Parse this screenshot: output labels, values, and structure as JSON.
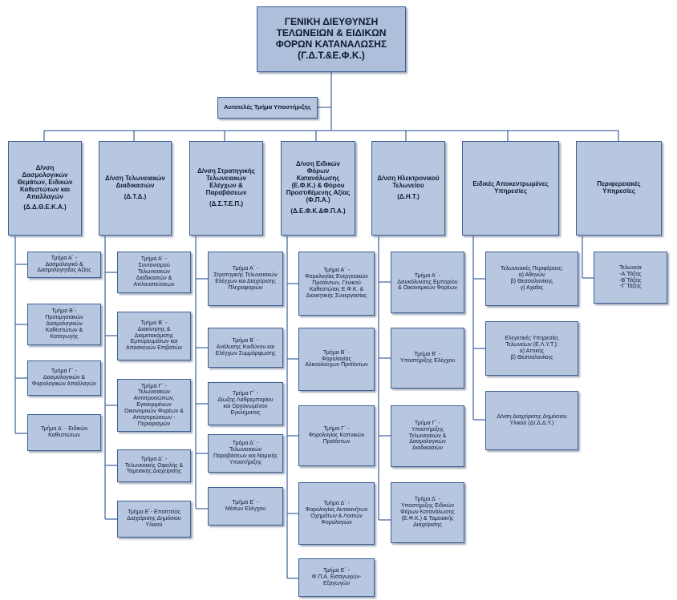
{
  "top": {
    "lines": [
      "ΓΕΝΙΚΗ ΔΙΕΥΘΥΝΣΗ",
      "ΤΕΛΩΝΕΙΩΝ & ΕΙΔΙΚΩΝ",
      "ΦΟΡΩΝ ΚΑΤΑΝΑΛΩΣΗΣ",
      "(Γ.Δ.Τ.&Ε.Φ.Κ.)"
    ]
  },
  "support": {
    "lines": [
      "Αυτοτελές Τμήμα Υποστήριξης"
    ]
  },
  "directorates": [
    {
      "lines": [
        "Δ/νση",
        "Δασμολογικών",
        "Θεμάτων, Ειδικών",
        "Καθεστώτων και",
        "Απαλλαγών",
        "",
        "(Δ.Δ.Θ.Ε.Κ.Α.)"
      ]
    },
    {
      "lines": [
        "Δ/νση Τελωνειακών",
        "Διαδικασιών",
        "",
        "(Δ.Τ.Δ.)"
      ]
    },
    {
      "lines": [
        "Δ/νση Στρατηγικής",
        "Τελωνειακών",
        "Ελέγχων &",
        "Παραβάσεων",
        "",
        "(Δ.Σ.Τ.Ε.Π.)"
      ]
    },
    {
      "lines": [
        "Δ/νση Ειδικών",
        "Φόρων",
        "Κατανάλωσης",
        "(Ε.Φ.Κ.) & Φόρου",
        "Προστιθέμενης Αξίας",
        "(Φ.Π.Α.)",
        "",
        "(Δ.Ε.Φ.Κ.&Φ.Π.Α.)"
      ]
    },
    {
      "lines": [
        "Δ/νση Ηλεκτρονικού",
        "Τελωνείου",
        "",
        "(Δ.Η.Τ.)"
      ]
    },
    {
      "lines": [
        "Ειδικές Αποκεντρωμένες",
        "Υπηρεσίες"
      ]
    },
    {
      "lines": [
        "Περιφερειακές",
        "Υπηρεσίες"
      ]
    }
  ],
  "col1": [
    {
      "lines": [
        "Τμήμα Α΄ -",
        "Δασμολογικό &",
        "Δασμολογητέας Αξίας"
      ]
    },
    {
      "lines": [
        "Τμήμα Β΄-",
        "Προτιμησιακών",
        "Δασμολογικών",
        "Καθεστώτων &",
        "Καταγωγής"
      ]
    },
    {
      "lines": [
        "Τμήμα Γ΄ -",
        "Δασμολογικών &",
        "Φορολογικών Απαλλαγών"
      ]
    },
    {
      "lines": [
        "Τμήμα Δ΄ - Ειδικών",
        "Καθεστώτων"
      ]
    }
  ],
  "col2": [
    {
      "lines": [
        "Τμήμα Α΄ -",
        "Συντονισμού",
        "Τελωνειακών",
        "Διαδικασιών &",
        "Απλουστεύσεων"
      ]
    },
    {
      "lines": [
        "Τμήμα Β΄ -",
        "Διακίνησης &",
        "Διαμετακόμισης",
        "Εμπορευμάτων και",
        "Αποσκευών Επιβατών"
      ]
    },
    {
      "lines": [
        "Τμήμα Γ΄ -",
        "Τελωνειακών",
        "Αντιπροσώπων,",
        "Εγκεκριμένων",
        "Οικονομικών Φορέων &",
        "Απαγορεύσεων -",
        "Περιορισμών"
      ]
    },
    {
      "lines": [
        "Τμήμα Δ΄ -",
        "Τελωνειακής Οφειλής &",
        "Ταμειακής Διαχείρισης"
      ]
    },
    {
      "lines": [
        "Τμήμα Ε΄- Εποπτείας",
        "Διαχείρισης Δημόσιου",
        "Υλικού"
      ]
    }
  ],
  "col3": [
    {
      "lines": [
        "Τμήμα Α΄ -",
        "Στρατηγικής Τελωνειακών",
        "Ελέγχων και Διαχείρισης",
        "Πληροφοριών"
      ]
    },
    {
      "lines": [
        "Τμήμα Β΄ -",
        "Ανάλυσης Κινδύνου και",
        "Ελέγχων Συμμόρφωσης"
      ]
    },
    {
      "lines": [
        "Τμήμα Γ΄ -",
        "Δίωξης Λαθρεμπορίου",
        "και Οργανωμένου",
        "Εγκλήματος"
      ]
    },
    {
      "lines": [
        "Τμήμα Δ΄ -",
        "Τελωνειακών",
        "Παραβάσεων και Νομικής",
        "Υποστήριξης"
      ]
    },
    {
      "lines": [
        "Τμήμα Ε΄ -",
        "Μέσων Ελέγχου"
      ]
    }
  ],
  "col4": [
    {
      "lines": [
        "Τμήμα Α΄ -",
        "Φορολογίας Ενεργειακών",
        "Προϊόντων, Γενικού",
        "Καθεστώτος Ε.Φ.Κ. &",
        "Διοικητικής Συνεργασίας"
      ]
    },
    {
      "lines": [
        "Τμήμα Β΄ -",
        "Φορολογίας",
        "Αλκοολούχων Προϊόντων"
      ]
    },
    {
      "lines": [
        "Τμήμα Γ΄ -",
        "Φορολογίας Καπνικών",
        "Προϊόντων"
      ]
    },
    {
      "lines": [
        "Τμήμα Δ΄ -",
        "Φορολογίας Αυτοκινήτων",
        "Οχημάτων & Λοιπών",
        "Φορολογιών"
      ]
    },
    {
      "lines": [
        "Τμήμα Ε΄ -",
        "Φ.Π.Α. Εισαγωγών-",
        "Εξαγωγών"
      ]
    }
  ],
  "col5": [
    {
      "lines": [
        "Τμήμα Α΄ -",
        "Διευκόλυνσης Εμπορίου",
        "& Οικονομικών Φορέων"
      ]
    },
    {
      "lines": [
        "Τμήμα Β΄ -",
        "Υποστήριξης Ελέγχου"
      ]
    },
    {
      "lines": [
        "Τμήμα Γ΄ -",
        "Υποστήριξης",
        "Τελωνειακών &",
        "Δασμολογικών",
        "Διαδικασιών"
      ]
    },
    {
      "lines": [
        "Τμήμα Δ΄ -",
        "Υποστήριξης Ειδικών",
        "Φόρων Κατανάλωσης",
        "(Ε.Φ.Κ.) & Ταμειακής",
        "Διαχείρισης"
      ]
    }
  ],
  "col6": [
    {
      "lines": [
        "Τελωνειακές Περιφέρειες:",
        "α) Αθηνών",
        "β) Θεσσαλονίκης",
        "γ) Αχαΐας"
      ]
    },
    {
      "lines": [
        "Ελεγκτικές Υπηρεσίες",
        "Τελωνείων (Ε.Λ.Υ.Τ.):",
        "α) Αττικής",
        "β) Θεσσαλονίκης"
      ]
    },
    {
      "lines": [
        "Δ/νση Διαχείρισης Δημόσιου",
        "Υλικού (ΔΙ.Δ.Δ.Υ.)"
      ]
    }
  ],
  "col7": [
    {
      "lines": [
        "Τελωνεία",
        "-Α΄Τάξης",
        "-Β΄Τάξης",
        "-Γ΄Τάξης"
      ]
    }
  ]
}
